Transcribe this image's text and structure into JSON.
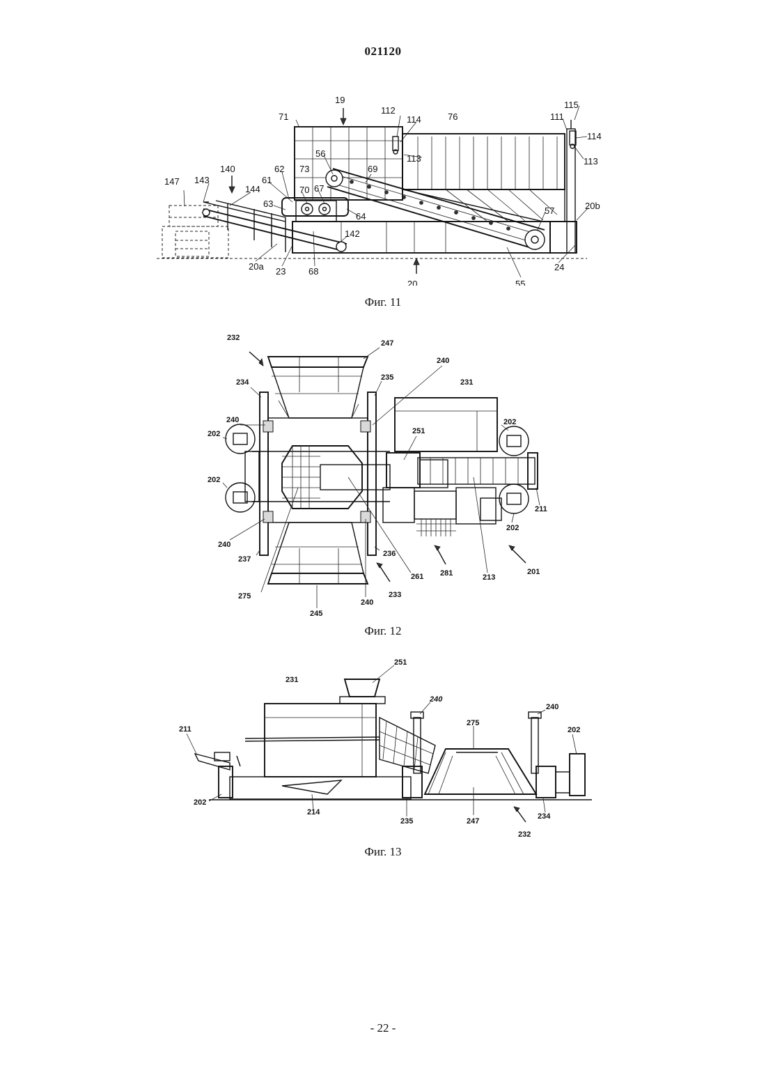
{
  "document": {
    "number": "021120",
    "page": "- 22 -"
  },
  "figures": [
    {
      "caption": "Фиг. 11",
      "labels": {
        "l19": "19",
        "l112": "112",
        "l114a": "114",
        "l76": "76",
        "l115": "115",
        "l111": "111",
        "l114b": "114",
        "l113a": "113",
        "l113b": "113",
        "l71": "71",
        "l56": "56",
        "l73": "73",
        "l69": "69",
        "l62": "62",
        "l61": "61",
        "l70": "70",
        "l67": "67",
        "l140": "140",
        "l147": "147",
        "l143": "143",
        "l144": "144",
        "l63": "63",
        "l64": "64",
        "l57": "57",
        "l20b": "20b",
        "l142": "142",
        "l20a": "20a",
        "l23": "23",
        "l68": "68",
        "l20": "20",
        "l55": "55",
        "l24": "24"
      }
    },
    {
      "caption": "Фиг. 12",
      "labels": {
        "l232": "232",
        "l247": "247",
        "l240a": "240",
        "l234": "234",
        "l235": "235",
        "l231": "231",
        "l240b": "240",
        "l251": "251",
        "l202a": "202",
        "l202b": "202",
        "l202c": "202",
        "l202d": "202",
        "l211": "211",
        "l240c": "240",
        "l237": "237",
        "l236": "236",
        "l275": "275",
        "l261": "261",
        "l281": "281",
        "l213": "213",
        "l201": "201",
        "l233": "233",
        "l240d": "240",
        "l245": "245"
      }
    },
    {
      "caption": "Фиг. 13",
      "labels": {
        "l251": "251",
        "l240a": "240",
        "l240b": "240",
        "l231": "231",
        "l275": "275",
        "l202a": "202",
        "l211": "211",
        "l202b": "202",
        "l214": "214",
        "l235": "235",
        "l247": "247",
        "l234": "234",
        "l232": "232"
      }
    }
  ]
}
